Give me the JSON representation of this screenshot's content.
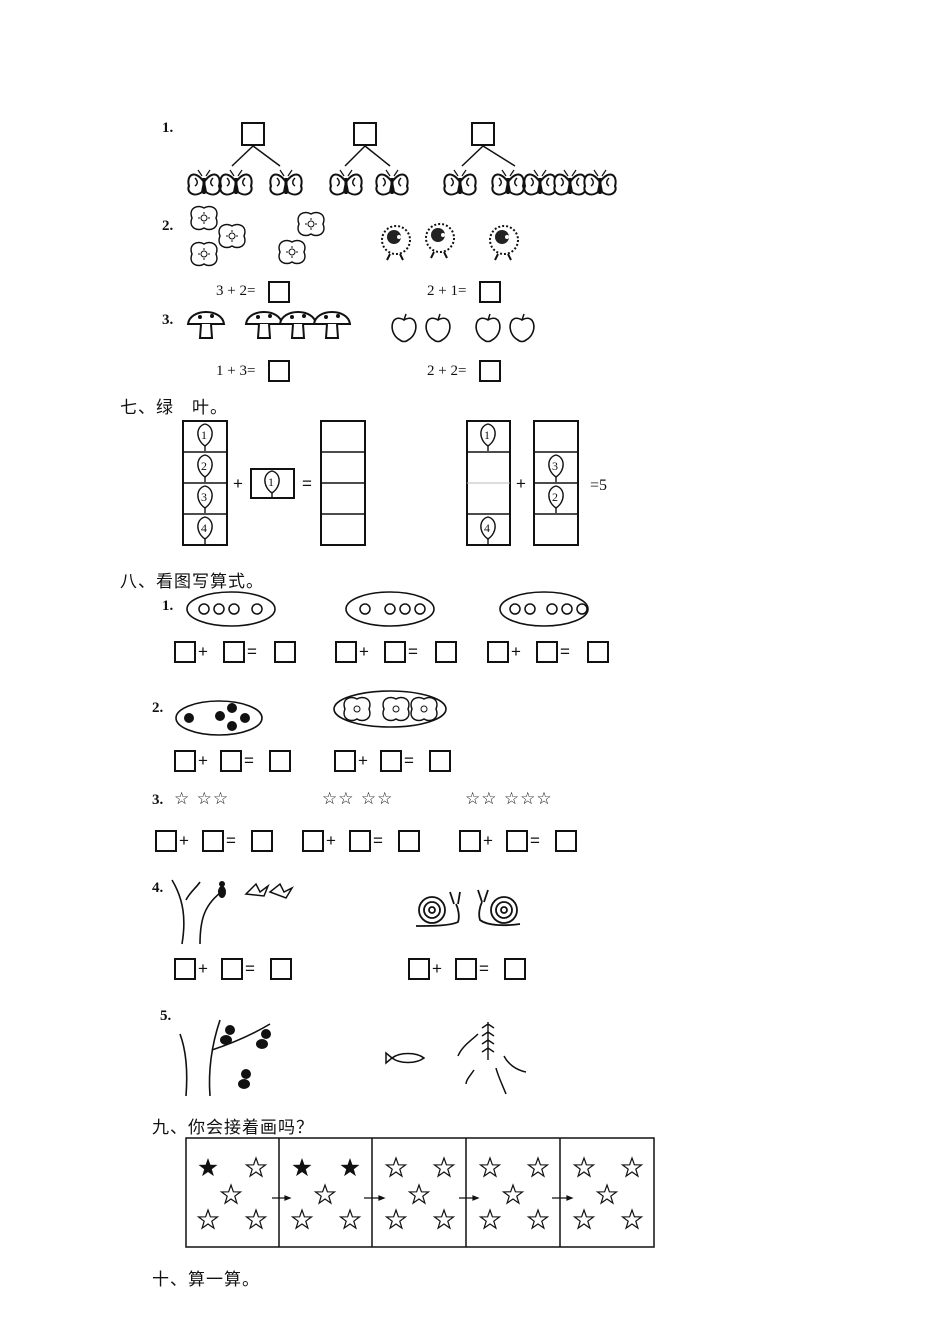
{
  "section6": {
    "q1_label": "1.",
    "q2_label": "2.",
    "q2_eq_left": "3 + 2=",
    "q2_eq_right": "2 + 1=",
    "q3_label": "3.",
    "q3_eq_left": "1 + 3=",
    "q3_eq_right": "2 + 2="
  },
  "section7": {
    "title": "七、绿　叶。",
    "left_leaves": [
      "1",
      "2",
      "3",
      "4"
    ],
    "single_leaf": "1",
    "right_col1": [
      "1",
      "",
      "",
      "4"
    ],
    "right_col2": [
      "",
      "3",
      "2",
      ""
    ],
    "plus": "+",
    "equals": "=",
    "result": "=5"
  },
  "section8": {
    "title": "八、看图写算式。",
    "q1_label": "1.",
    "q2_label": "2.",
    "q3_label": "3.",
    "q3_stars": [
      "☆ ☆☆",
      "☆☆ ☆☆",
      "☆☆ ☆☆☆"
    ],
    "q4_label": "4.",
    "q5_label": "5.",
    "plus": "+",
    "equals": "="
  },
  "section9": {
    "title": "九、你会接着画吗？"
  },
  "section10": {
    "title": "十、算一算。"
  }
}
